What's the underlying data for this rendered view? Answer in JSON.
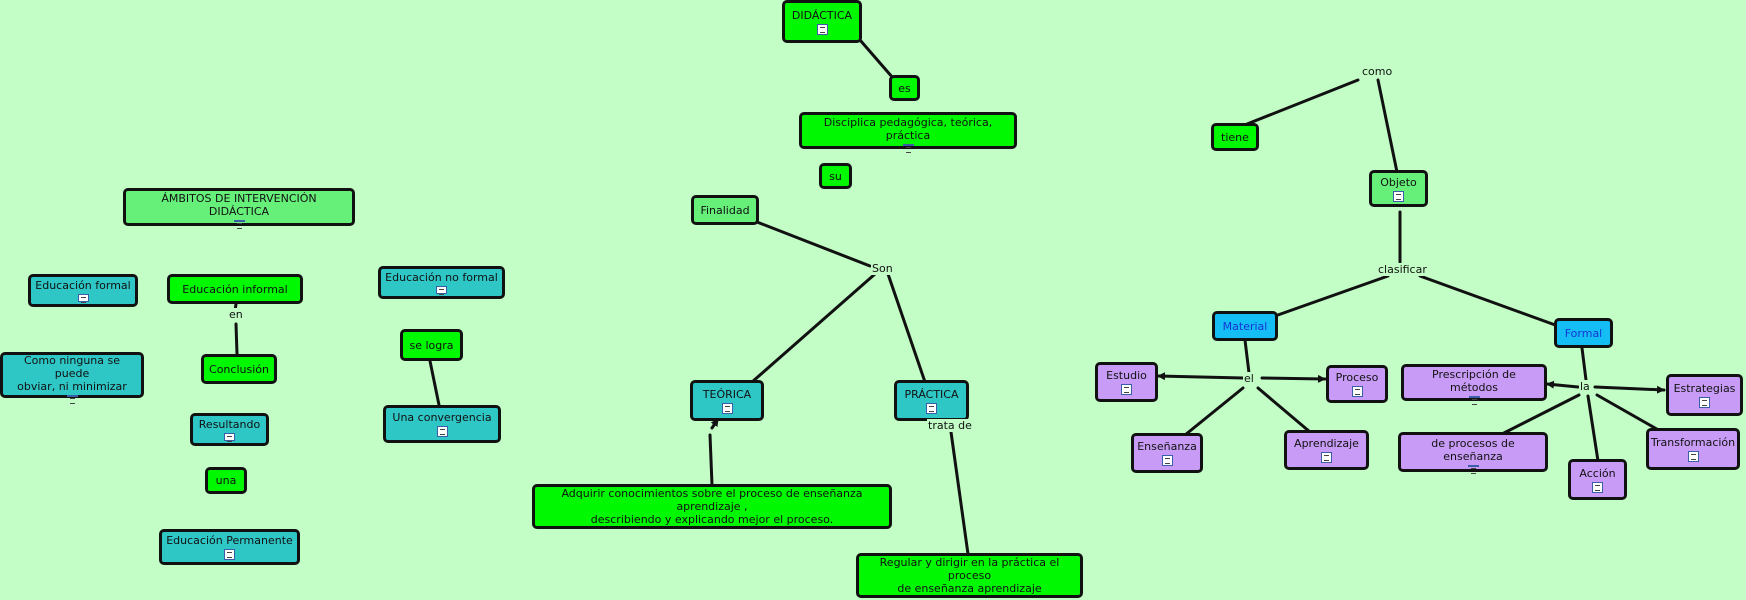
{
  "nodes": {
    "didactica": "DIDÁCTICA",
    "es": "es",
    "disciplina": "Disciplica pedagógica, teórica, práctica",
    "su": "su",
    "finalidad": "Finalidad",
    "teorica": "TEÓRICA",
    "practica": "PRÁCTICA",
    "adquirir": "Adquirir conocimientos sobre el proceso de enseñanza aprendizaje ,\ndescribiendo y explicando mejor el proceso.",
    "regular": "Regular y dirigir en la práctica el proceso\nde enseñanza aprendizaje",
    "ambitos": "ÁMBITOS DE INTERVENCIÓN DIDÁCTICA",
    "edu_formal": "Educación formal",
    "edu_informal": "Educación informal",
    "edu_no_formal": "Educación no formal",
    "como_ninguna": "Como ninguna se puede\nobviar, ni minimizar",
    "conclusion": "Conclusión",
    "resultando": "Resultando",
    "una": "una",
    "edu_permanente": "Educación Permanente",
    "se_logra": "se logra",
    "convergencia": "Una  convergencia",
    "tiene": "tiene",
    "objeto": "Objeto",
    "material": "Material",
    "formal": "Formal",
    "estudio": "Estudio",
    "proceso": "Proceso",
    "ensenanza": "Enseñanza",
    "aprendizaje": "Aprendizaje",
    "prescripcion": "Prescripción de métodos",
    "estrategias": "Estrategias",
    "procesos_ensenanza": "de procesos de enseñanza",
    "transformacion": "Transformación",
    "accion": "Acción"
  },
  "link_words": {
    "son": "Son",
    "trata_de": "trata de",
    "en": "en",
    "como": "como",
    "clasificar": "clasificar",
    "el": "el",
    "la": "la"
  }
}
